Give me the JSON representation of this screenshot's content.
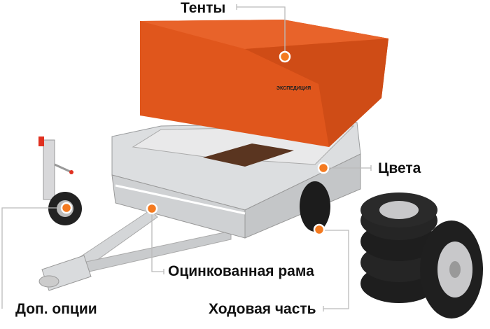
{
  "labels": {
    "tents": "Тенты",
    "colors": "Цвета",
    "frame": "Оцинкованная рама",
    "options": "Доп. опции",
    "chassis": "Ходовая часть"
  },
  "tent_logo": "ЭКСПЕДИЦИЯ",
  "colors": {
    "accent": "#f47a20",
    "tent": "#e0561c",
    "leader": "#bbbbbb"
  }
}
